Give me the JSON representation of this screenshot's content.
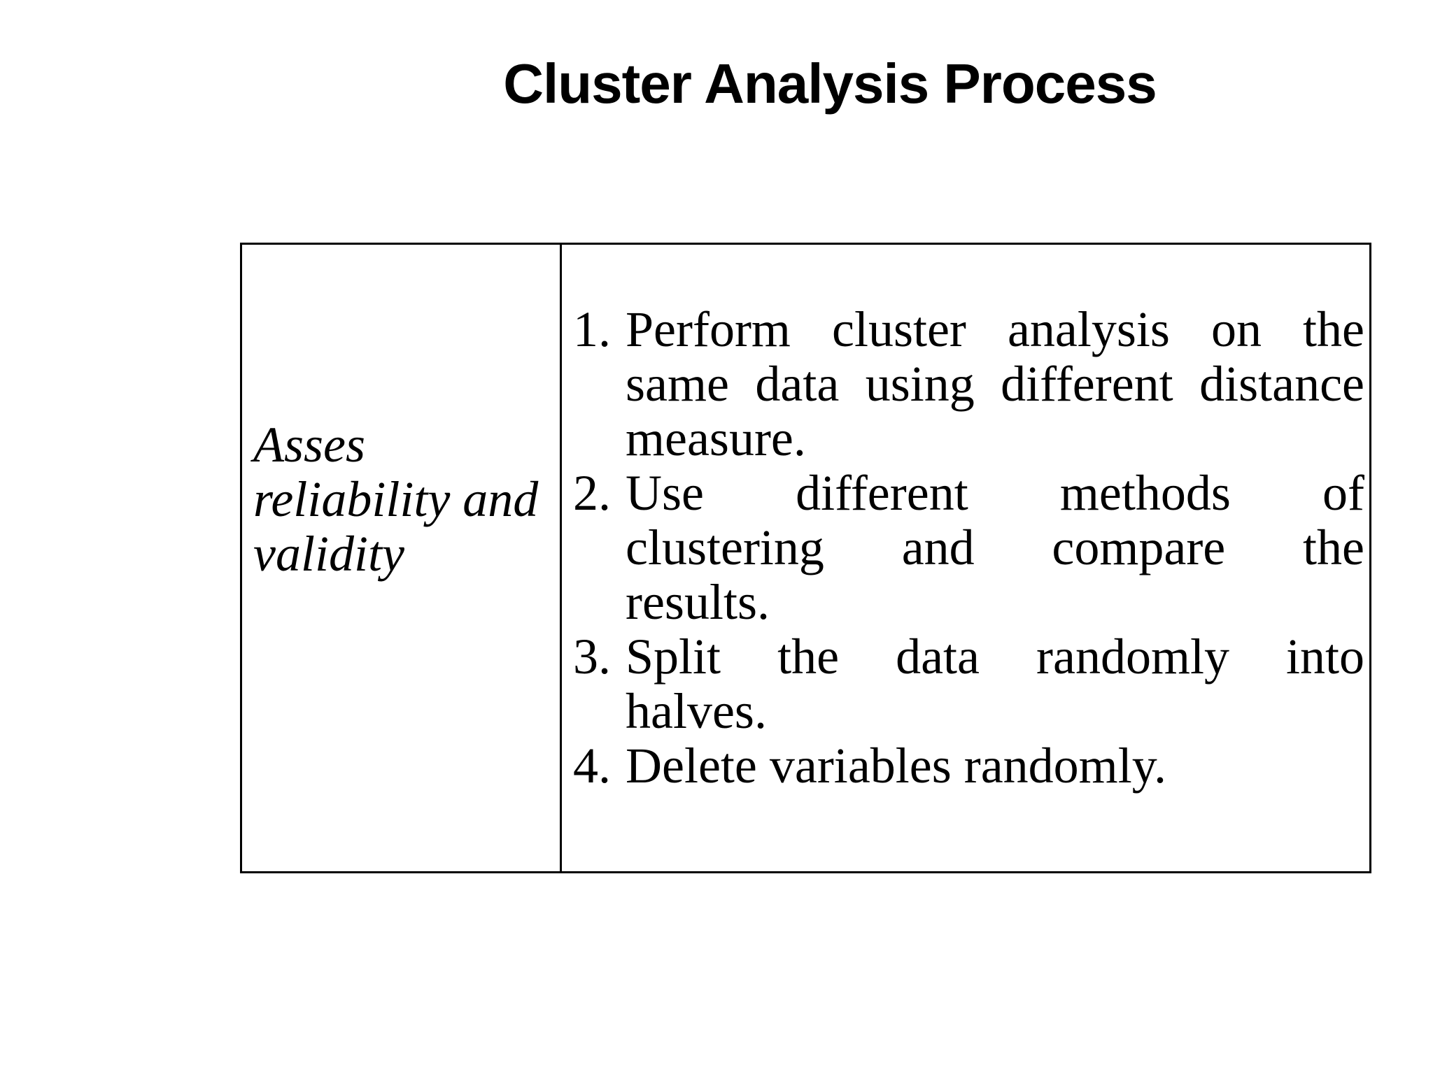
{
  "title": "Cluster Analysis Process",
  "colors": {
    "background": "#ffffff",
    "text": "#000000",
    "table_border": "#000000"
  },
  "table": {
    "left_cell": {
      "lines": [
        "Asses",
        "reliability and",
        "validity"
      ]
    },
    "right_cell": {
      "items": [
        {
          "number": "1.",
          "lines": [
            "Perform cluster analysis on the",
            "same data using different distance",
            "measure."
          ]
        },
        {
          "number": "2.",
          "lines": [
            "Use different methods of",
            "clustering and compare the",
            "results."
          ]
        },
        {
          "number": "3.",
          "lines": [
            "Split the data randomly into",
            "halves."
          ]
        },
        {
          "number": "4.",
          "lines": [
            "Delete variables randomly."
          ]
        }
      ]
    }
  }
}
